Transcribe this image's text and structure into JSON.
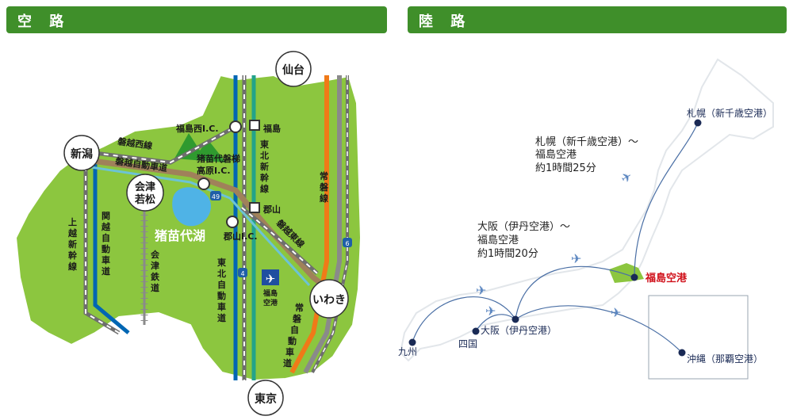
{
  "headers": {
    "air": "空 路",
    "land": "陸 路"
  },
  "left_map": {
    "sendai": "仙台",
    "niigata": "新潟",
    "aizu1": "会津",
    "aizu2": "若松",
    "iwaki": "いわき",
    "tokyo": "東京",
    "lake": "猪苗代湖",
    "fukushima_ic": "福島西I.C.",
    "fukushima_st": "福島",
    "inawashiro_ic1": "猪苗代磐梯",
    "inawashiro_ic2": "高原I.C.",
    "koriyama_st": "郡山",
    "koriyama_ic": "郡山I.C.",
    "ban_etsu_west": "磐越西線",
    "ban_etsu_exp": "磐越自動車道",
    "ban_etsu_east": "磐越東線",
    "joetsu_shinkansen": [
      "上",
      "越",
      "新",
      "幹",
      "線"
    ],
    "kan_etsu_exp": [
      "関",
      "越",
      "自",
      "動",
      "車",
      "道"
    ],
    "aizu_rail": [
      "会",
      "津",
      "鉄",
      "道"
    ],
    "tohoku_shinkansen": [
      "東",
      "北",
      "新",
      "幹",
      "線"
    ],
    "tohoku_exp": [
      "東",
      "北",
      "自",
      "動",
      "車",
      "道"
    ],
    "joban_line": [
      "常",
      "磐",
      "線"
    ],
    "joban_exp": [
      "常",
      "磐",
      "自",
      "動",
      "車",
      "道"
    ],
    "airport1": "福島",
    "airport2": "空港",
    "route49": "49",
    "route4": "4",
    "route6": "6"
  },
  "right_map": {
    "sapporo": "札幌（新千歳空港）",
    "sapporo_route": [
      "札幌（新千歳空港）～",
      "福島空港",
      "約1時間25分"
    ],
    "osaka_route": [
      "大阪（伊丹空港）～",
      "福島空港",
      "約1時間20分"
    ],
    "fukushima_airport": "福島空港",
    "osaka": "大阪（伊丹空港）",
    "shikoku": "四国",
    "kyushu": "九州",
    "okinawa": "沖縄（那覇空港）"
  },
  "colors": {
    "header": "#3f8f2a",
    "land": "#8cc63f",
    "shinkansen": "#0066b3",
    "exp_highway": "#a0815a",
    "jr_line": "#6e6e6e",
    "joban": "#f07a18",
    "airport_label": "#d0101a",
    "route_line": "#4a6fa5"
  }
}
